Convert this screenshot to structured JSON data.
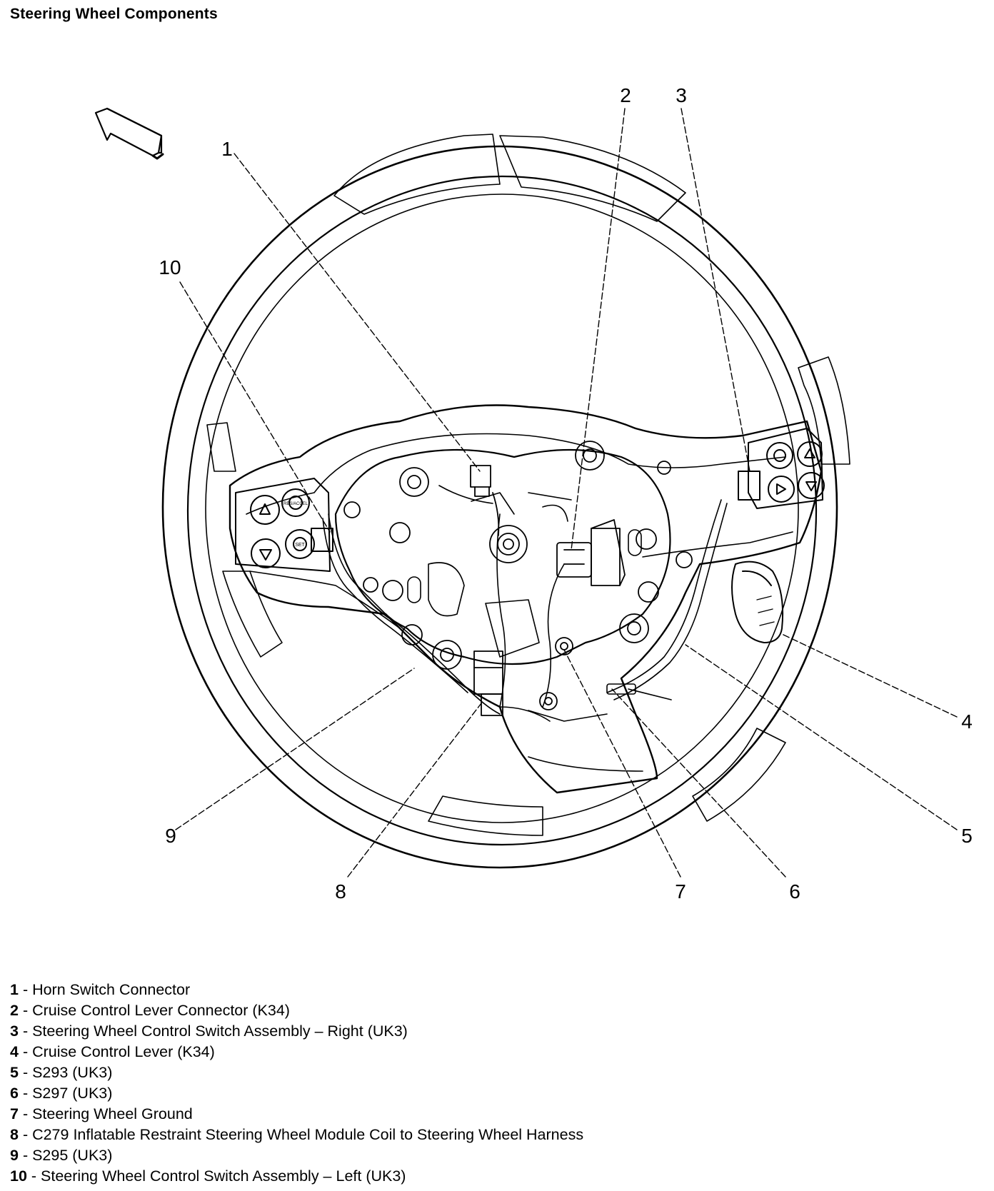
{
  "title": "Steering Wheel Components",
  "callouts": [
    "1",
    "2",
    "3",
    "4",
    "5",
    "6",
    "7",
    "8",
    "9",
    "10"
  ],
  "legend": [
    {
      "num": "1",
      "text": " - Horn Switch Connector"
    },
    {
      "num": "2",
      "text": " - Cruise Control Lever Connector (K34)"
    },
    {
      "num": "3",
      "text": " - Steering Wheel Control Switch Assembly – Right (UK3)"
    },
    {
      "num": "4",
      "text": " - Cruise Control Lever (K34)"
    },
    {
      "num": "5",
      "text": " - S293 (UK3)"
    },
    {
      "num": "6",
      "text": " - S297 (UK3)"
    },
    {
      "num": "7",
      "text": " - Steering Wheel Ground"
    },
    {
      "num": "8",
      "text": " - C279 Inflatable Restraint Steering Wheel Module Coil to Steering Wheel Harness"
    },
    {
      "num": "9",
      "text": " - S295 (UK3)"
    },
    {
      "num": "10",
      "text": " - Steering Wheel Control Switch Assembly – Left (UK3)"
    }
  ],
  "switch_labels": {
    "left_top": "RES/ACCEL",
    "left_bottom": "SET"
  }
}
